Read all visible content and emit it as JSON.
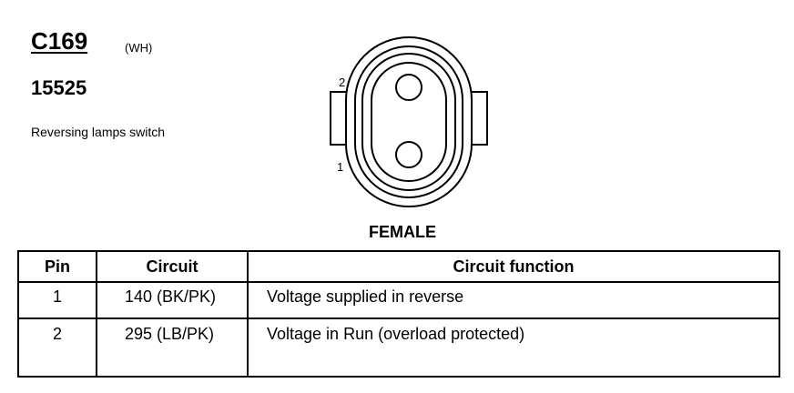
{
  "connector": {
    "id": "C169",
    "color_code": "(WH)",
    "part_number": "15525",
    "description": "Reversing lamps switch",
    "gender": "FEMALE",
    "cavity_labels": [
      "2",
      "1"
    ]
  },
  "table": {
    "headers": [
      "Pin",
      "Circuit",
      "Circuit function"
    ],
    "rows": [
      {
        "pin": "1",
        "circuit": "140 (BK/PK)",
        "function": "Voltage supplied in reverse"
      },
      {
        "pin": "2",
        "circuit": "295 (LB/PK)",
        "function": "Voltage in Run (overload protected)"
      }
    ]
  }
}
